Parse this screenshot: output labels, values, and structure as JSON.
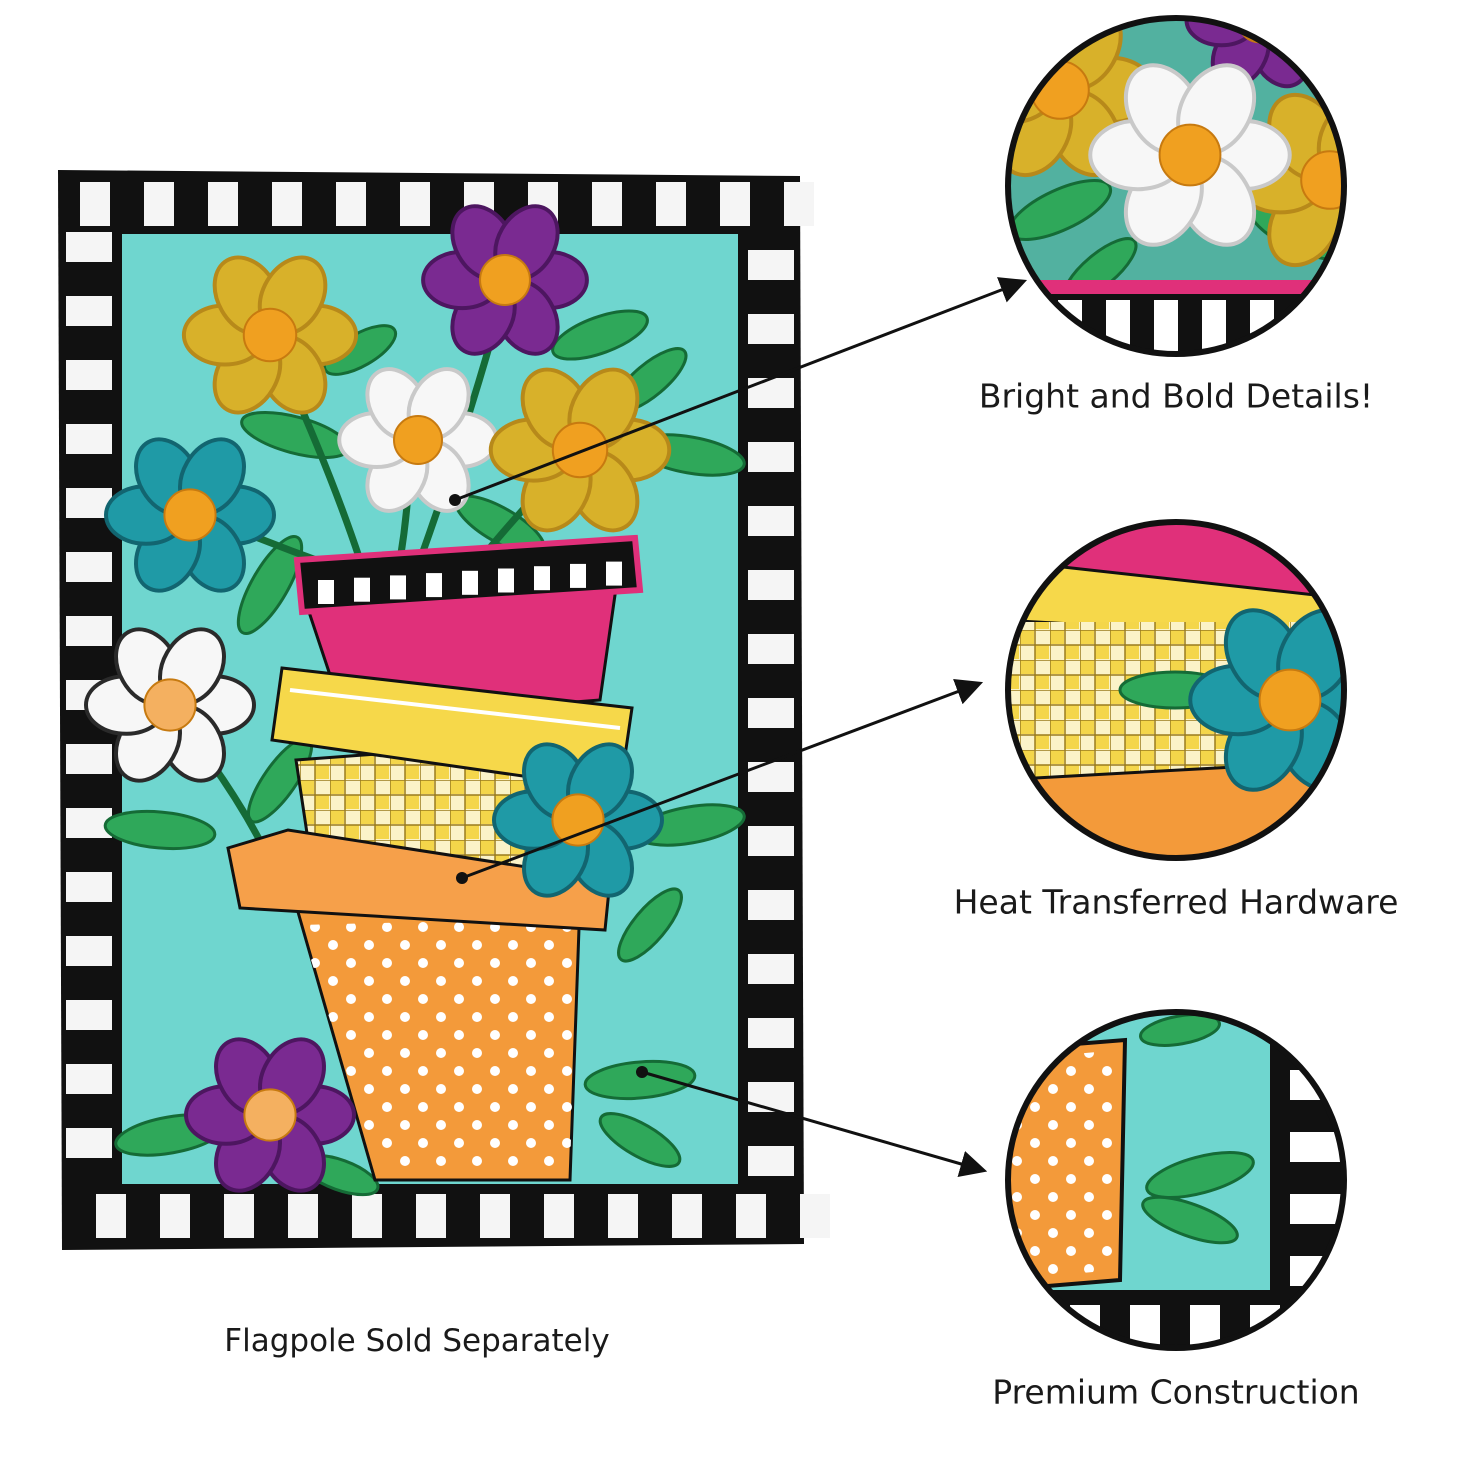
{
  "captions": {
    "detail_1": "Bright and Bold Details!",
    "detail_2": "Heat Transferred Hardware",
    "detail_3": "Premium Construction",
    "flagpole_note": "Flagpole Sold Separately"
  },
  "colors": {
    "background": "#ffffff",
    "border_black": "#111111",
    "border_white": "#f5f5f5",
    "field": "#6fd6cf",
    "pot_pink": "#e0307a",
    "pot_yellow": "#f6d84a",
    "pot_orange": "#f39a3a",
    "leaf": "#2fa85a",
    "flower_gold": "#d8b12a",
    "flower_purple": "#7a2a91",
    "flower_teal": "#1f9aa6",
    "flower_white": "#f7f7f7",
    "flower_center": "#f0a020",
    "arrow": "#111111"
  },
  "icons": {
    "arrow_1": "arrow-icon",
    "arrow_2": "arrow-icon",
    "arrow_3": "arrow-icon"
  }
}
